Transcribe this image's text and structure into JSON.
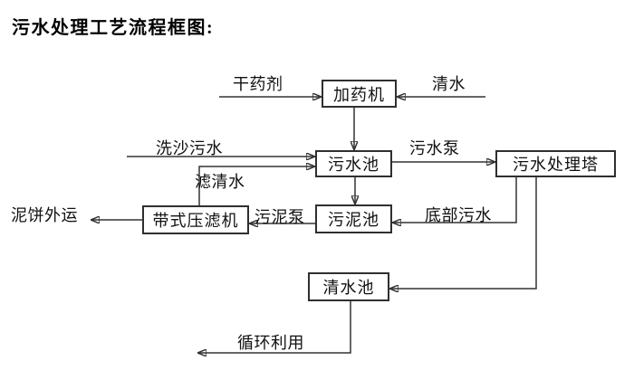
{
  "title": "污水处理工艺流程框图:",
  "colors": {
    "background": "#ffffff",
    "line": "#333333",
    "box_border": "#2f2f2f",
    "box_fill": "#ffffff",
    "text": "#111111"
  },
  "nodes": {
    "dosing_machine": {
      "label": "加药机"
    },
    "sewage_pool": {
      "label": "污水池"
    },
    "treatment_tower": {
      "label": "污水处理塔"
    },
    "sludge_pool": {
      "label": "污泥池"
    },
    "belt_filter_press": {
      "label": "带式压滤机"
    },
    "clean_water_pool": {
      "label": "清水池"
    }
  },
  "flow_labels": {
    "dry_agent": "干药剂",
    "clean_water": "清水",
    "sand_washing_sewage": "洗沙污水",
    "sewage_pump": "污水泵",
    "filtered_water": "滤清水",
    "sludge_pump": "污泥泵",
    "bottom_sewage": "底部污水",
    "mud_cake_outbound": "泥饼外运",
    "recycling": "循环利用"
  },
  "edges": [
    {
      "from": "dry_agent_input",
      "to": "dosing_machine",
      "label": "干药剂"
    },
    {
      "from": "clean_water_input",
      "to": "dosing_machine",
      "label": "清水"
    },
    {
      "from": "dosing_machine",
      "to": "sewage_pool",
      "label": ""
    },
    {
      "from": "sand_washing_input",
      "to": "sewage_pool",
      "label": "洗沙污水"
    },
    {
      "from": "belt_filter_press",
      "to": "sewage_pool",
      "label": "滤清水"
    },
    {
      "from": "sewage_pool",
      "to": "treatment_tower",
      "label": "污水泵"
    },
    {
      "from": "sewage_pool",
      "to": "sludge_pool",
      "label": ""
    },
    {
      "from": "treatment_tower",
      "to": "sludge_pool",
      "label": "底部污水"
    },
    {
      "from": "sludge_pool",
      "to": "belt_filter_press",
      "label": "污泥泵"
    },
    {
      "from": "belt_filter_press",
      "to": "mud_cake_out",
      "label": "泥饼外运"
    },
    {
      "from": "treatment_tower",
      "to": "clean_water_pool",
      "label": ""
    },
    {
      "from": "clean_water_pool",
      "to": "recycling_out",
      "label": "循环利用"
    }
  ]
}
